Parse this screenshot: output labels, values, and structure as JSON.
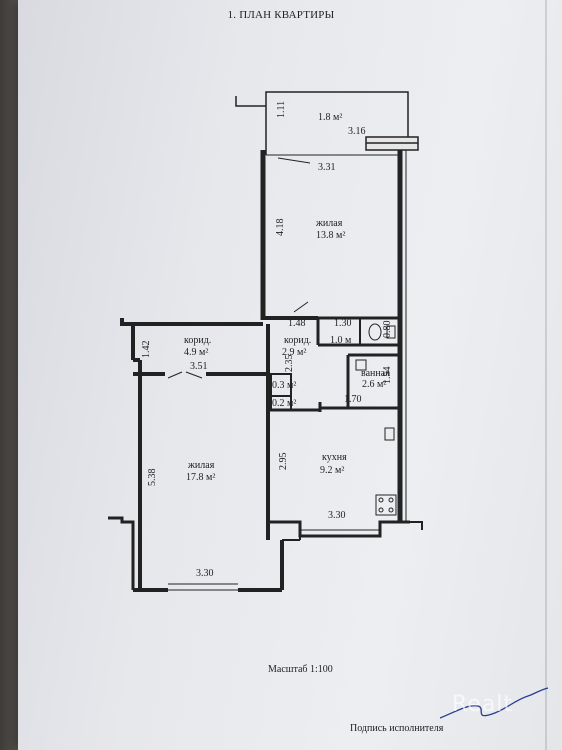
{
  "document": {
    "title": "1. ПЛАН КВАРТИРЫ",
    "scale": "Масштаб 1:100",
    "signature_label": "Подпись исполнителя",
    "watermark": "Realt"
  },
  "rooms": {
    "balcony_area": "1.8 м²",
    "living1_name": "жилая",
    "living1_area": "13.8 м²",
    "corridor1_name": "корид.",
    "corridor1_area": "4.9 м²",
    "corridor2_name": "корид.",
    "corridor2_area": "2.9 м²",
    "toilet_area": "1.0 м",
    "bath_name": "ванная",
    "bath_area": "2.6 м²",
    "closet1_area": "0.3 м²",
    "closet2_area": "0.2 м²",
    "kitchen_name": "кухня",
    "kitchen_area": "9.2 м²",
    "living2_name": "жилая",
    "living2_area": "17.8 м²"
  },
  "dimensions": {
    "d_1_11": "1.11",
    "d_3_16": "3.16",
    "d_3_31": "3.31",
    "d_4_18": "4.18",
    "d_1_48": "1.48",
    "d_1_30": "1.30",
    "d_0_80": "0.80",
    "d_1_42": "1.42",
    "d_3_51": "3.51",
    "d_2_35": "2.35",
    "d_1_54": "1.54",
    "d_1_70": "1.70",
    "d_5_38": "5.38",
    "d_2_95": "2.95",
    "d_3_30_kitchen": "3.30",
    "d_3_30_living": "3.30"
  }
}
